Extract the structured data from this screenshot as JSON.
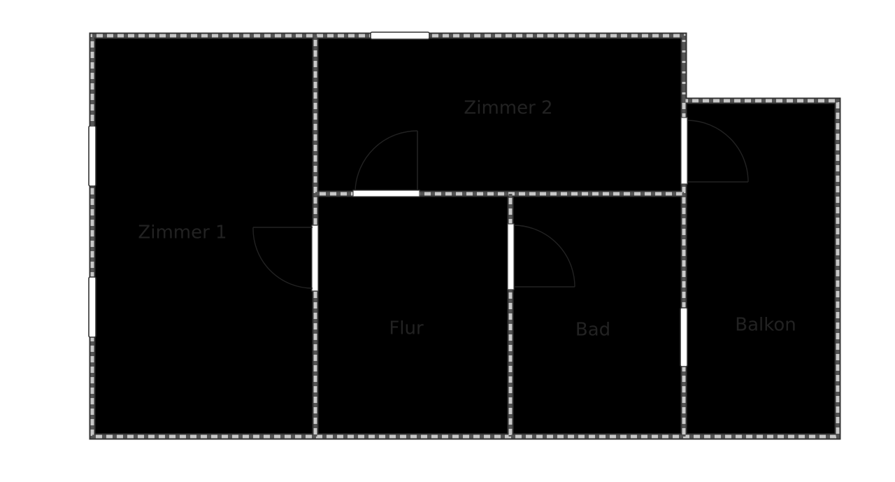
{
  "rooms": {
    "zimmer1": "Zimmer 1",
    "zimmer2": "Zimmer 2",
    "flur": "Flur",
    "bad": "Bad",
    "balkon": "Balkon"
  }
}
